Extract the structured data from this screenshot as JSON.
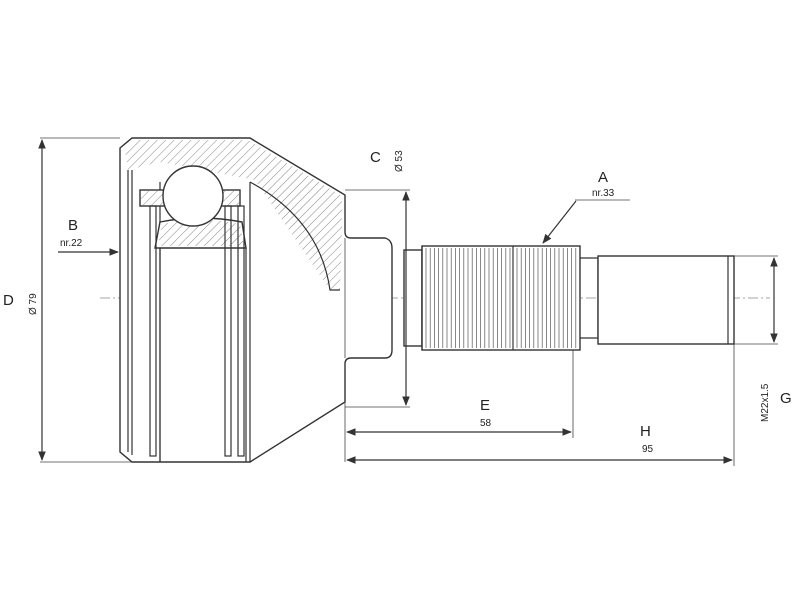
{
  "labels": {
    "a": {
      "letter": "A",
      "value": "nr.33"
    },
    "b": {
      "letter": "B",
      "value": "nr.22"
    },
    "c": {
      "letter": "C",
      "value": "Ø 53"
    },
    "d": {
      "letter": "D",
      "value": "Ø 79"
    },
    "e": {
      "letter": "E",
      "value": "58"
    },
    "h": {
      "letter": "H",
      "value": "95"
    },
    "g": {
      "letter": "G",
      "value": "M22x1.5"
    }
  }
}
